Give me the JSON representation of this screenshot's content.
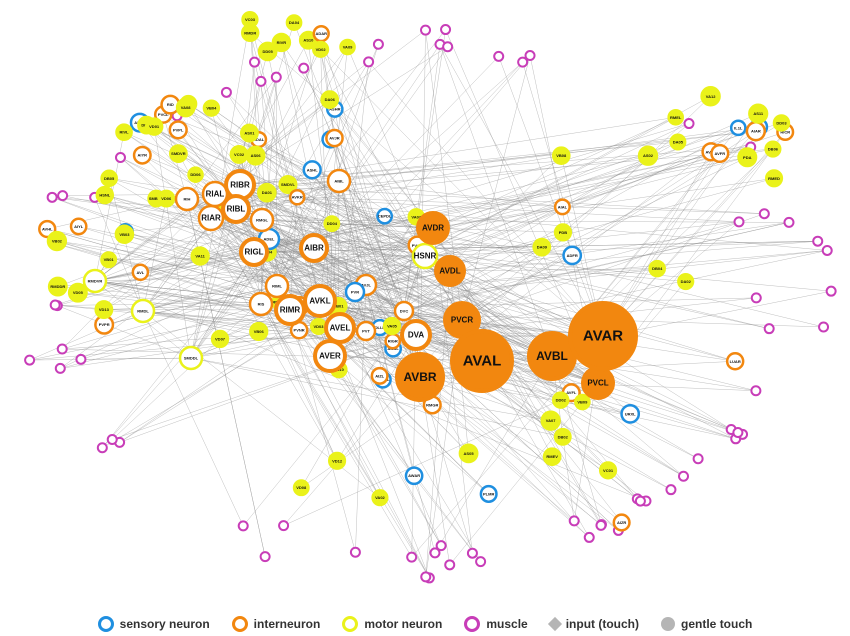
{
  "legend": {
    "sensory": "sensory neuron",
    "inter": "interneuron",
    "motor": "motor neuron",
    "muscle": "muscle",
    "input": "input (touch)",
    "gentle": "gentle touch"
  },
  "colors": {
    "sensory": "#1f8fe0",
    "inter": "#f2870f",
    "motor": "#eaf21a",
    "muscle": "#c83db8",
    "gentle": "#b5b5b5",
    "edge": "#8a8a8a"
  },
  "hubs": [
    {
      "label": "AVAR",
      "type": "inter",
      "filled": true
    },
    {
      "label": "AVAL",
      "type": "inter",
      "filled": true
    },
    {
      "label": "AVBL",
      "type": "inter",
      "filled": true
    },
    {
      "label": "AVBR",
      "type": "inter",
      "filled": true
    },
    {
      "label": "PVCR",
      "type": "inter",
      "filled": true
    },
    {
      "label": "PVCL",
      "type": "inter",
      "filled": true
    },
    {
      "label": "AVDR",
      "type": "inter",
      "filled": true
    },
    {
      "label": "AVDL",
      "type": "inter",
      "filled": true
    },
    {
      "label": "DVA",
      "type": "inter",
      "filled": false
    },
    {
      "label": "AVER",
      "type": "inter",
      "filled": false
    },
    {
      "label": "AVEL",
      "type": "inter",
      "filled": false
    },
    {
      "label": "AVKL",
      "type": "inter",
      "filled": false
    },
    {
      "label": "RIMR",
      "type": "inter",
      "filled": false
    },
    {
      "label": "RIGL",
      "type": "inter",
      "filled": false
    },
    {
      "label": "AIBR",
      "type": "inter",
      "filled": false
    },
    {
      "label": "RIBL",
      "type": "inter",
      "filled": false
    },
    {
      "label": "RIBR",
      "type": "inter",
      "filled": false
    },
    {
      "label": "RIAL",
      "type": "inter",
      "filled": false
    },
    {
      "label": "RIAR",
      "type": "inter",
      "filled": false
    },
    {
      "label": "RIH",
      "type": "inter",
      "filled": false
    },
    {
      "label": "RMDL",
      "type": "motor",
      "filled": false
    },
    {
      "label": "RMDVR",
      "type": "motor",
      "filled": false
    },
    {
      "label": "SMDDL",
      "type": "motor",
      "filled": false
    },
    {
      "label": "HSNR",
      "type": "motor",
      "filled": false
    },
    {
      "label": "RMGL",
      "type": "inter",
      "filled": false
    },
    {
      "label": "AIBL",
      "type": "inter",
      "filled": false
    },
    {
      "label": "RIML",
      "type": "inter",
      "filled": false
    },
    {
      "label": "RIS",
      "type": "inter",
      "filled": false
    },
    {
      "label": "PVR",
      "type": "sensory",
      "filled": false
    },
    {
      "label": "ADEL",
      "type": "sensory",
      "filled": false
    },
    {
      "label": "AVJL",
      "type": "inter",
      "filled": false
    },
    {
      "label": "PVT",
      "type": "inter",
      "filled": false
    },
    {
      "label": "DVC",
      "type": "inter",
      "filled": false
    }
  ],
  "small_nodes": [
    {
      "label": "VB01",
      "type": "motor"
    },
    {
      "label": "VD01",
      "type": "motor"
    },
    {
      "label": "AS01",
      "type": "motor"
    },
    {
      "label": "DA01",
      "type": "motor"
    },
    {
      "label": "DB01",
      "type": "motor"
    },
    {
      "label": "VA02",
      "type": "motor"
    },
    {
      "label": "DA02",
      "type": "motor"
    },
    {
      "label": "AS02",
      "type": "motor"
    },
    {
      "label": "VB02",
      "type": "motor"
    },
    {
      "label": "DD01",
      "type": "motor"
    },
    {
      "label": "VD02",
      "type": "motor"
    },
    {
      "label": "VA03",
      "type": "motor"
    },
    {
      "label": "VD03",
      "type": "motor"
    },
    {
      "label": "DB02",
      "type": "motor"
    },
    {
      "label": "DD02",
      "type": "motor"
    },
    {
      "label": "DD03",
      "type": "motor"
    },
    {
      "label": "VB03",
      "type": "motor"
    },
    {
      "label": "VB04",
      "type": "motor"
    },
    {
      "label": "DA04",
      "type": "motor"
    },
    {
      "label": "VD04",
      "type": "motor"
    },
    {
      "label": "VA05",
      "type": "motor"
    },
    {
      "label": "AS05",
      "type": "motor"
    },
    {
      "label": "DB04",
      "type": "motor"
    },
    {
      "label": "DA05",
      "type": "motor"
    },
    {
      "label": "VD05",
      "type": "motor"
    },
    {
      "label": "AS06",
      "type": "motor"
    },
    {
      "label": "DA06",
      "type": "motor"
    },
    {
      "label": "VD06",
      "type": "motor"
    },
    {
      "label": "VB06",
      "type": "motor"
    },
    {
      "label": "VA07",
      "type": "motor"
    },
    {
      "label": "DA09",
      "type": "motor"
    },
    {
      "label": "VA12",
      "type": "motor"
    },
    {
      "label": "VD13",
      "type": "motor"
    },
    {
      "label": "VA08",
      "type": "motor"
    },
    {
      "label": "VA09",
      "type": "motor"
    },
    {
      "label": "VA11",
      "type": "motor"
    },
    {
      "label": "VB10",
      "type": "motor"
    },
    {
      "label": "VB09",
      "type": "motor"
    },
    {
      "label": "VB08",
      "type": "motor"
    },
    {
      "label": "DB06",
      "type": "motor"
    },
    {
      "label": "DB05",
      "type": "motor"
    },
    {
      "label": "VD10",
      "type": "motor"
    },
    {
      "label": "DD05",
      "type": "motor"
    },
    {
      "label": "DD06",
      "type": "motor"
    },
    {
      "label": "DB07",
      "type": "motor"
    },
    {
      "label": "VD12",
      "type": "motor"
    },
    {
      "label": "VB11",
      "type": "motor"
    },
    {
      "label": "AS11",
      "type": "motor"
    },
    {
      "label": "AVL",
      "type": "inter"
    },
    {
      "label": "RID",
      "type": "inter"
    },
    {
      "label": "VC03",
      "type": "motor"
    },
    {
      "label": "VC02",
      "type": "motor"
    },
    {
      "label": "PVNR",
      "type": "inter"
    },
    {
      "label": "VC01",
      "type": "motor"
    },
    {
      "label": "AVFL",
      "type": "inter"
    },
    {
      "label": "AVFR",
      "type": "inter"
    },
    {
      "label": "PVPR",
      "type": "inter"
    },
    {
      "label": "PVPL",
      "type": "inter"
    },
    {
      "label": "AVJR",
      "type": "inter"
    },
    {
      "label": "PVQR",
      "type": "inter"
    },
    {
      "label": "AVG",
      "type": "inter"
    },
    {
      "label": "PLMR",
      "type": "sensory"
    },
    {
      "label": "LUAR",
      "type": "inter"
    },
    {
      "label": "AVHR",
      "type": "inter"
    },
    {
      "label": "AVHL",
      "type": "inter"
    },
    {
      "label": "ADAL",
      "type": "inter"
    },
    {
      "label": "ADAR",
      "type": "inter"
    },
    {
      "label": "AVKR",
      "type": "inter"
    },
    {
      "label": "RIGR",
      "type": "inter"
    },
    {
      "label": "RMGR",
      "type": "inter"
    },
    {
      "label": "RICL",
      "type": "inter"
    },
    {
      "label": "RICR",
      "type": "inter"
    },
    {
      "label": "SMBDR",
      "type": "motor"
    },
    {
      "label": "SMDVR",
      "type": "motor"
    },
    {
      "label": "RMDR",
      "type": "motor"
    },
    {
      "label": "SMBVL",
      "type": "motor"
    },
    {
      "label": "RMDVL",
      "type": "motor"
    },
    {
      "label": "RMEV",
      "type": "motor"
    },
    {
      "label": "RMED",
      "type": "motor"
    },
    {
      "label": "RMEL",
      "type": "motor"
    },
    {
      "label": "RMDDR",
      "type": "motor"
    },
    {
      "label": "RIVL",
      "type": "motor"
    },
    {
      "label": "RIVR",
      "type": "motor"
    },
    {
      "label": "SMDVL",
      "type": "motor"
    },
    {
      "label": "AIZL",
      "type": "inter"
    },
    {
      "label": "AIZR",
      "type": "inter"
    },
    {
      "label": "AIAL",
      "type": "inter"
    },
    {
      "label": "AIAR",
      "type": "inter"
    },
    {
      "label": "AIYL",
      "type": "inter"
    },
    {
      "label": "AIYR",
      "type": "inter"
    },
    {
      "label": "ASHR",
      "type": "sensory"
    },
    {
      "label": "ASHL",
      "type": "sensory"
    },
    {
      "label": "AWAL",
      "type": "sensory"
    },
    {
      "label": "AWAR",
      "type": "sensory"
    },
    {
      "label": "ADFR",
      "type": "sensory"
    },
    {
      "label": "AQR",
      "type": "sensory"
    },
    {
      "label": "ALMR",
      "type": "sensory"
    },
    {
      "label": "ALML",
      "type": "sensory"
    },
    {
      "label": "AVM",
      "type": "sensory"
    },
    {
      "label": "CEPDL",
      "type": "sensory"
    },
    {
      "label": "OLLR",
      "type": "sensory"
    },
    {
      "label": "OLQVL",
      "type": "sensory"
    },
    {
      "label": "URXL",
      "type": "sensory"
    },
    {
      "label": "IL1L",
      "type": "sensory"
    },
    {
      "label": "HSNL",
      "type": "motor"
    },
    {
      "label": "PVCL",
      "type": "inter"
    },
    {
      "label": "AS10",
      "type": "motor"
    },
    {
      "label": "DD04",
      "type": "motor"
    },
    {
      "label": "VD07",
      "type": "motor"
    },
    {
      "label": "VD08",
      "type": "motor"
    },
    {
      "label": "PDB",
      "type": "motor"
    },
    {
      "label": "PDA",
      "type": "motor"
    }
  ]
}
